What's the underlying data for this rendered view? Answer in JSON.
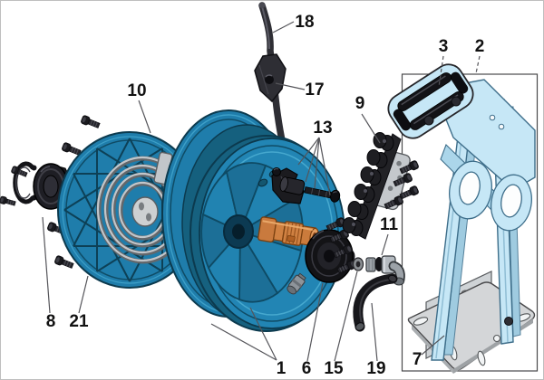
{
  "diagram": {
    "type": "exploded-parts-diagram",
    "subject": "spring-rewind hose reel assembly"
  },
  "colors": {
    "background": "#ffffff",
    "reel_blue": "#1F7DAB",
    "reel_blue_light": "#2285B4",
    "reel_blue_dark": "#145D7A",
    "outline_navy": "#0C3A4E",
    "stand_blue": "#C6E7F6",
    "stand_blue_shadow": "#9FCBE0",
    "stand_edge": "#3E6E8A",
    "spring_gray": "#A8ACB0",
    "base_gray": "#D4D6D8",
    "part_black": "#1A1A1E",
    "axle_orange": "#D08142",
    "leader_gray": "#55555A",
    "border_gray": "#BFBFBF"
  },
  "callouts": [
    {
      "number": "1",
      "target": "reel-spool"
    },
    {
      "number": "2",
      "target": "mounting-bracket-assembly"
    },
    {
      "number": "3",
      "target": "roller-guide"
    },
    {
      "number": "6",
      "target": "hub-disc"
    },
    {
      "number": "7",
      "target": "base-plate"
    },
    {
      "number": "8",
      "target": "hub-cap"
    },
    {
      "number": "9",
      "target": "ratchet-chain"
    },
    {
      "number": "10",
      "target": "power-spring"
    },
    {
      "number": "11",
      "target": "swivel-fitting"
    },
    {
      "number": "13",
      "target": "latch-hardware"
    },
    {
      "number": "15",
      "target": "seal-washer"
    },
    {
      "number": "17",
      "target": "handle-bracket"
    },
    {
      "number": "18",
      "target": "handle-rod"
    },
    {
      "number": "19",
      "target": "connector-hose"
    },
    {
      "number": "21",
      "target": "spring-case"
    }
  ]
}
